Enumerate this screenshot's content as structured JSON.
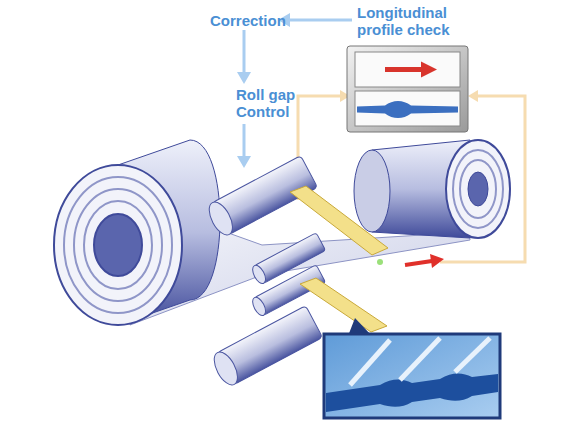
{
  "diagram": {
    "nodes": [
      {
        "text": [
          "Longitudinal profile check"
        ]
      }
    ],
    "labels": [
      "Correction",
      "Roll gap Control"
    ]
  }
}
